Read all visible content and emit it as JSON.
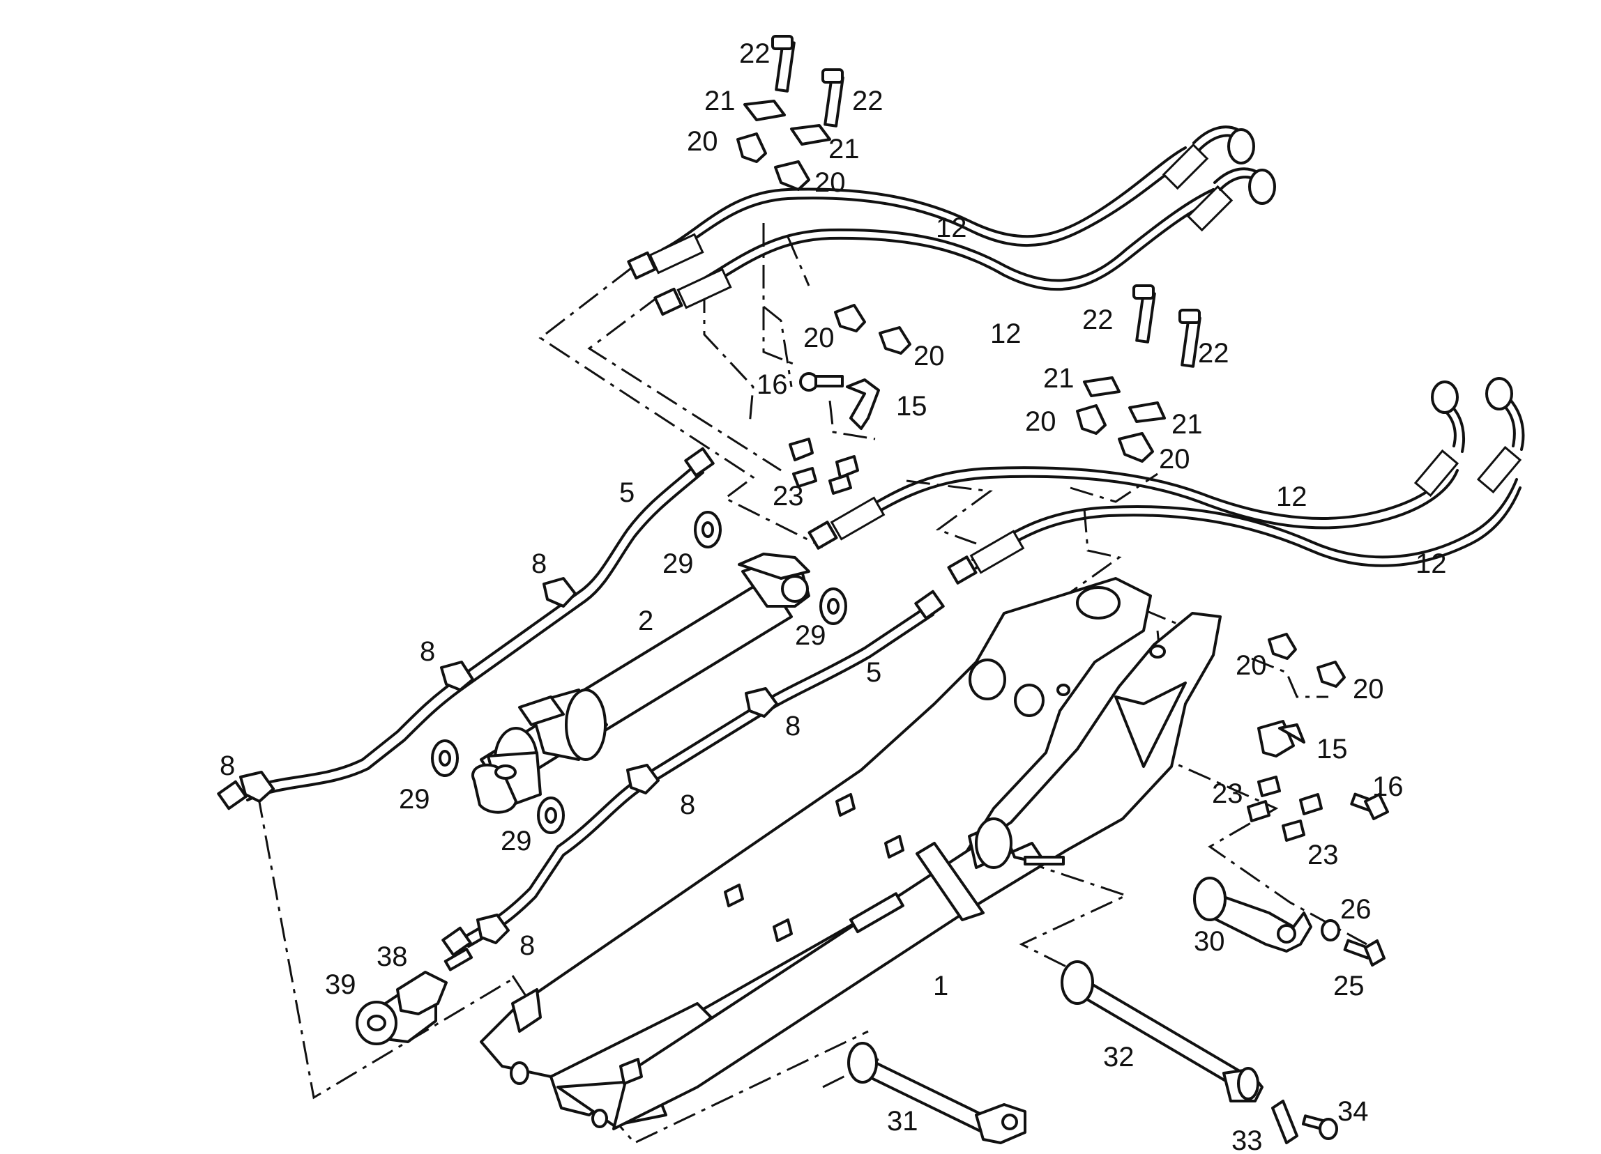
{
  "diagram": {
    "callouts": [
      {
        "id": "c22a",
        "label": "22"
      },
      {
        "id": "c22b",
        "label": "22"
      },
      {
        "id": "c21a",
        "label": "21"
      },
      {
        "id": "c21b",
        "label": "21"
      },
      {
        "id": "c20a",
        "label": "20"
      },
      {
        "id": "c20b",
        "label": "20"
      },
      {
        "id": "c12a",
        "label": "12"
      },
      {
        "id": "c12b",
        "label": "12"
      },
      {
        "id": "c20c",
        "label": "20"
      },
      {
        "id": "c20d",
        "label": "20"
      },
      {
        "id": "c16a",
        "label": "16"
      },
      {
        "id": "c15a",
        "label": "15"
      },
      {
        "id": "c23a",
        "label": "23"
      },
      {
        "id": "c22c",
        "label": "22"
      },
      {
        "id": "c22d",
        "label": "22"
      },
      {
        "id": "c21c",
        "label": "21"
      },
      {
        "id": "c21d",
        "label": "21"
      },
      {
        "id": "c20e",
        "label": "20"
      },
      {
        "id": "c20f",
        "label": "20"
      },
      {
        "id": "c12c",
        "label": "12"
      },
      {
        "id": "c12d",
        "label": "12"
      },
      {
        "id": "c5a",
        "label": "5"
      },
      {
        "id": "c8a",
        "label": "8"
      },
      {
        "id": "c29a",
        "label": "29"
      },
      {
        "id": "c2",
        "label": "2"
      },
      {
        "id": "c29b",
        "label": "29"
      },
      {
        "id": "c8b",
        "label": "8"
      },
      {
        "id": "c5b",
        "label": "5"
      },
      {
        "id": "c8c",
        "label": "8"
      },
      {
        "id": "c8d",
        "label": "8"
      },
      {
        "id": "c29c",
        "label": "29"
      },
      {
        "id": "c29d",
        "label": "29"
      },
      {
        "id": "c8e",
        "label": "8"
      },
      {
        "id": "c8f",
        "label": "8"
      },
      {
        "id": "c20g",
        "label": "20"
      },
      {
        "id": "c20h",
        "label": "20"
      },
      {
        "id": "c15b",
        "label": "15"
      },
      {
        "id": "c16b",
        "label": "16"
      },
      {
        "id": "c23b",
        "label": "23"
      },
      {
        "id": "c23c",
        "label": "23"
      },
      {
        "id": "c26",
        "label": "26"
      },
      {
        "id": "c30",
        "label": "30"
      },
      {
        "id": "c25",
        "label": "25"
      },
      {
        "id": "c1",
        "label": "1"
      },
      {
        "id": "c38",
        "label": "38"
      },
      {
        "id": "c39",
        "label": "39"
      },
      {
        "id": "c32",
        "label": "32"
      },
      {
        "id": "c31",
        "label": "31"
      },
      {
        "id": "c34",
        "label": "34"
      },
      {
        "id": "c33",
        "label": "33"
      }
    ]
  }
}
